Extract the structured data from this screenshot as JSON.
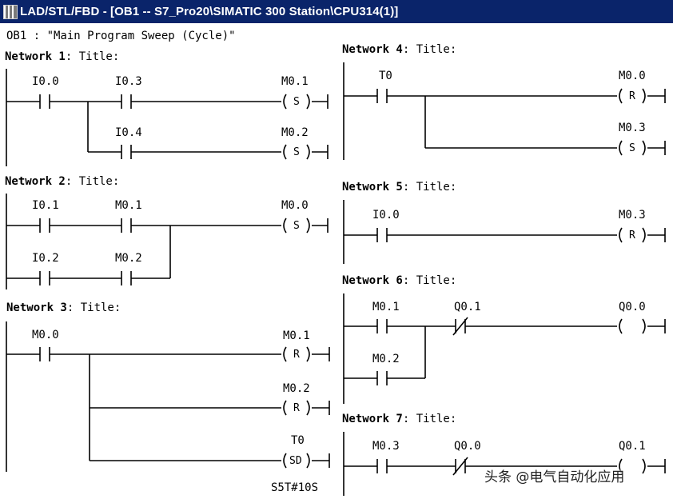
{
  "window": {
    "title": "LAD/STL/FBD  - [OB1 -- S7_Pro20\\SIMATIC 300 Station\\CPU314(1)]"
  },
  "block": {
    "header": "OB1 :  \"Main Program Sweep (Cycle)\""
  },
  "networks": [
    {
      "label": "Network 1",
      "title": ": Title:"
    },
    {
      "label": "Network 2",
      "title": ": Title:"
    },
    {
      "label": "Network 3",
      "title": ": Title:"
    },
    {
      "label": "Network 4",
      "title": ": Title:"
    },
    {
      "label": "Network 5",
      "title": ": Title:"
    },
    {
      "label": "Network 6",
      "title": ": Title:"
    },
    {
      "label": "Network 7",
      "title": ": Title:"
    }
  ],
  "elements": {
    "n1_c1": "I0.0",
    "n1_c2": "I0.3",
    "n1_c3": "I0.4",
    "n1_coil1": "M0.1",
    "n1_coil2": "M0.2",
    "n2_c1": "I0.1",
    "n2_c2": "M0.1",
    "n2_c3": "I0.2",
    "n2_c4": "M0.2",
    "n2_coil1": "M0.0",
    "n3_c1": "M0.0",
    "n3_coil1": "M0.1",
    "n3_coil2": "M0.2",
    "n3_coil3": "T0",
    "n3_timer_value": "S5T#10S",
    "n4_c1": "T0",
    "n4_coil1": "M0.0",
    "n4_coil2": "M0.3",
    "n5_c1": "I0.0",
    "n5_coil1": "M0.3",
    "n6_c1": "M0.1",
    "n6_c2": "Q0.1",
    "n6_c3": "M0.2",
    "n6_coil1": "Q0.0",
    "n7_c1": "M0.3",
    "n7_c2": "Q0.0",
    "n7_coil1": "Q0.1"
  },
  "coil_types": {
    "set": "S",
    "reset": "R",
    "output": " ",
    "sd_timer": "SD"
  },
  "watermark": "头条 @电气自动化应用"
}
